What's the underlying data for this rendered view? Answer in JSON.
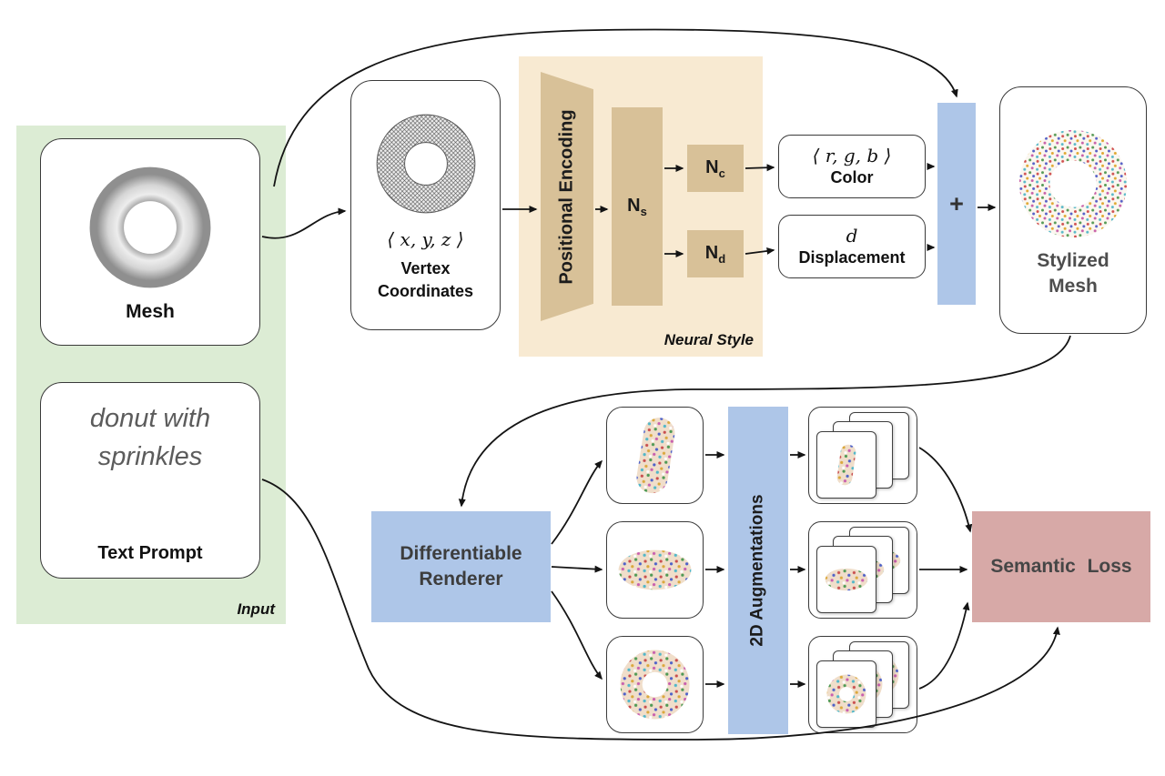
{
  "figure": {
    "input_panel": {
      "label": "Input",
      "mesh_box": {
        "caption": "Mesh"
      },
      "text_prompt_box": {
        "line1": "donut with",
        "line2": "sprinkles",
        "caption": "Text Prompt"
      }
    },
    "vertex_box": {
      "coords": "⟨ x, y, z ⟩",
      "caption_line1": "Vertex",
      "caption_line2": "Coordinates"
    },
    "neural_style_panel": {
      "label": "Neural Style",
      "positional_encoding_label": "Positional Encoding",
      "ns": {
        "base": "N",
        "sub": "s"
      },
      "nc": {
        "base": "N",
        "sub": "c"
      },
      "nd": {
        "base": "N",
        "sub": "d"
      }
    },
    "color_box": {
      "value": "⟨ r, g, b ⟩",
      "caption": "Color"
    },
    "displacement_box": {
      "value": "d",
      "caption": "Displacement"
    },
    "sum_node": {
      "label": "+"
    },
    "stylized_mesh_box": {
      "caption_line1": "Stylized",
      "caption_line2": "Mesh"
    },
    "renderer_box": {
      "line1": "Differentiable",
      "line2": "Renderer"
    },
    "augmentations_bar": {
      "label": "2D Augmentations"
    },
    "semantic_loss_box": {
      "label": "Semantic Loss"
    },
    "images": {
      "mesh": "gray-3d-torus",
      "vertex": "wireframe-torus",
      "stylized": "sprinkled-donut-top-view",
      "render_top": "sprinkled-surface-closeup",
      "render_mid": "sprinkled-donut-side-view",
      "render_bot": "sprinkled-donut-top-view",
      "stacks": "stacked-augmented-view-frames"
    },
    "colors": {
      "input_panel_bg": "#dcecd4",
      "neural_panel_bg": "#f8ead2",
      "neural_block": "#d8c198",
      "accent_blue": "#aec6e8",
      "loss_pink": "#d7a9a7"
    }
  }
}
